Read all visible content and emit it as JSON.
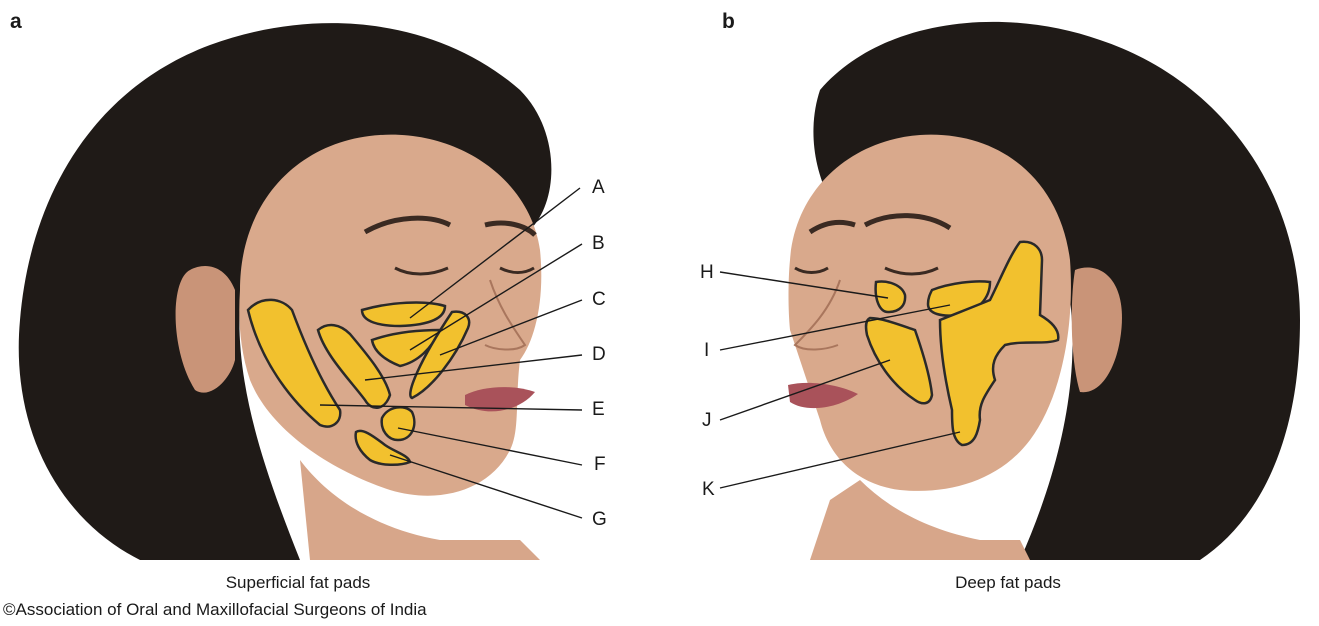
{
  "panels": [
    {
      "letter": "a",
      "caption": "Superficial fat pads",
      "labels": [
        "A",
        "B",
        "C",
        "D",
        "E",
        "F",
        "G"
      ]
    },
    {
      "letter": "b",
      "caption": "Deep fat pads",
      "labels": [
        "H",
        "I",
        "J",
        "K"
      ]
    }
  ],
  "copyright": "©Association of Oral and Maxillofacial Surgeons of India",
  "colors": {
    "fat_pad_fill": "#f2c12e",
    "fat_pad_outline": "#2a2a2a",
    "hair": "#1f1a17",
    "skin": "#d9a98c"
  }
}
